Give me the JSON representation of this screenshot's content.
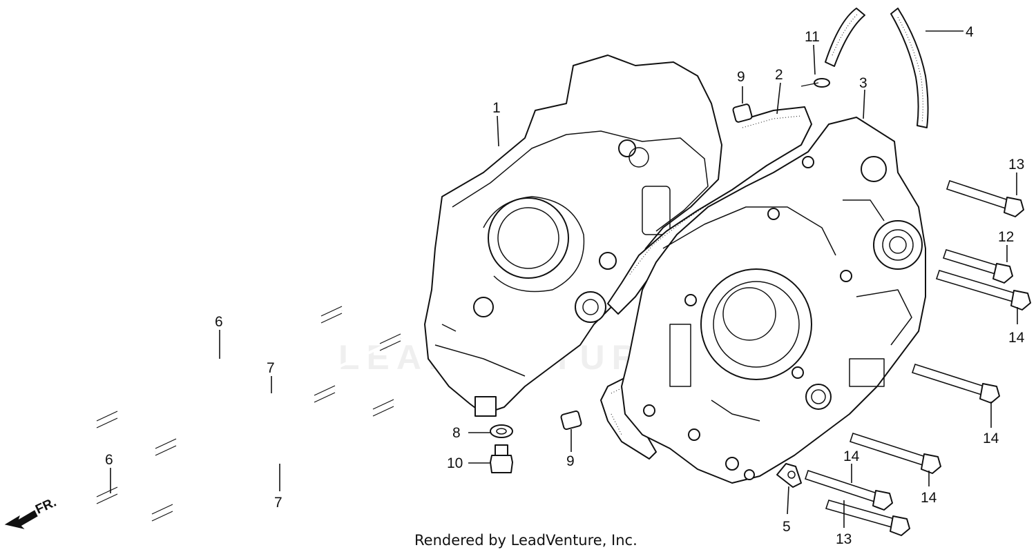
{
  "diagram": {
    "watermark": "LEADVENTURE",
    "direction_label": "FR.",
    "footer": "Rendered by LeadVenture, Inc.",
    "callouts": [
      {
        "id": "c1",
        "text": "1"
      },
      {
        "id": "c2",
        "text": "2"
      },
      {
        "id": "c3",
        "text": "3"
      },
      {
        "id": "c4",
        "text": "4"
      },
      {
        "id": "c5",
        "text": "5"
      },
      {
        "id": "c6a",
        "text": "6"
      },
      {
        "id": "c6b",
        "text": "6"
      },
      {
        "id": "c7a",
        "text": "7"
      },
      {
        "id": "c7b",
        "text": "7"
      },
      {
        "id": "c8",
        "text": "8"
      },
      {
        "id": "c9a",
        "text": "9"
      },
      {
        "id": "c9b",
        "text": "9"
      },
      {
        "id": "c10",
        "text": "10"
      },
      {
        "id": "c11",
        "text": "11"
      },
      {
        "id": "c12",
        "text": "12"
      },
      {
        "id": "c13a",
        "text": "13"
      },
      {
        "id": "c13b",
        "text": "13"
      },
      {
        "id": "c14a",
        "text": "14"
      },
      {
        "id": "c14b",
        "text": "14"
      },
      {
        "id": "c14c",
        "text": "14"
      },
      {
        "id": "c14d",
        "text": "14"
      }
    ]
  }
}
